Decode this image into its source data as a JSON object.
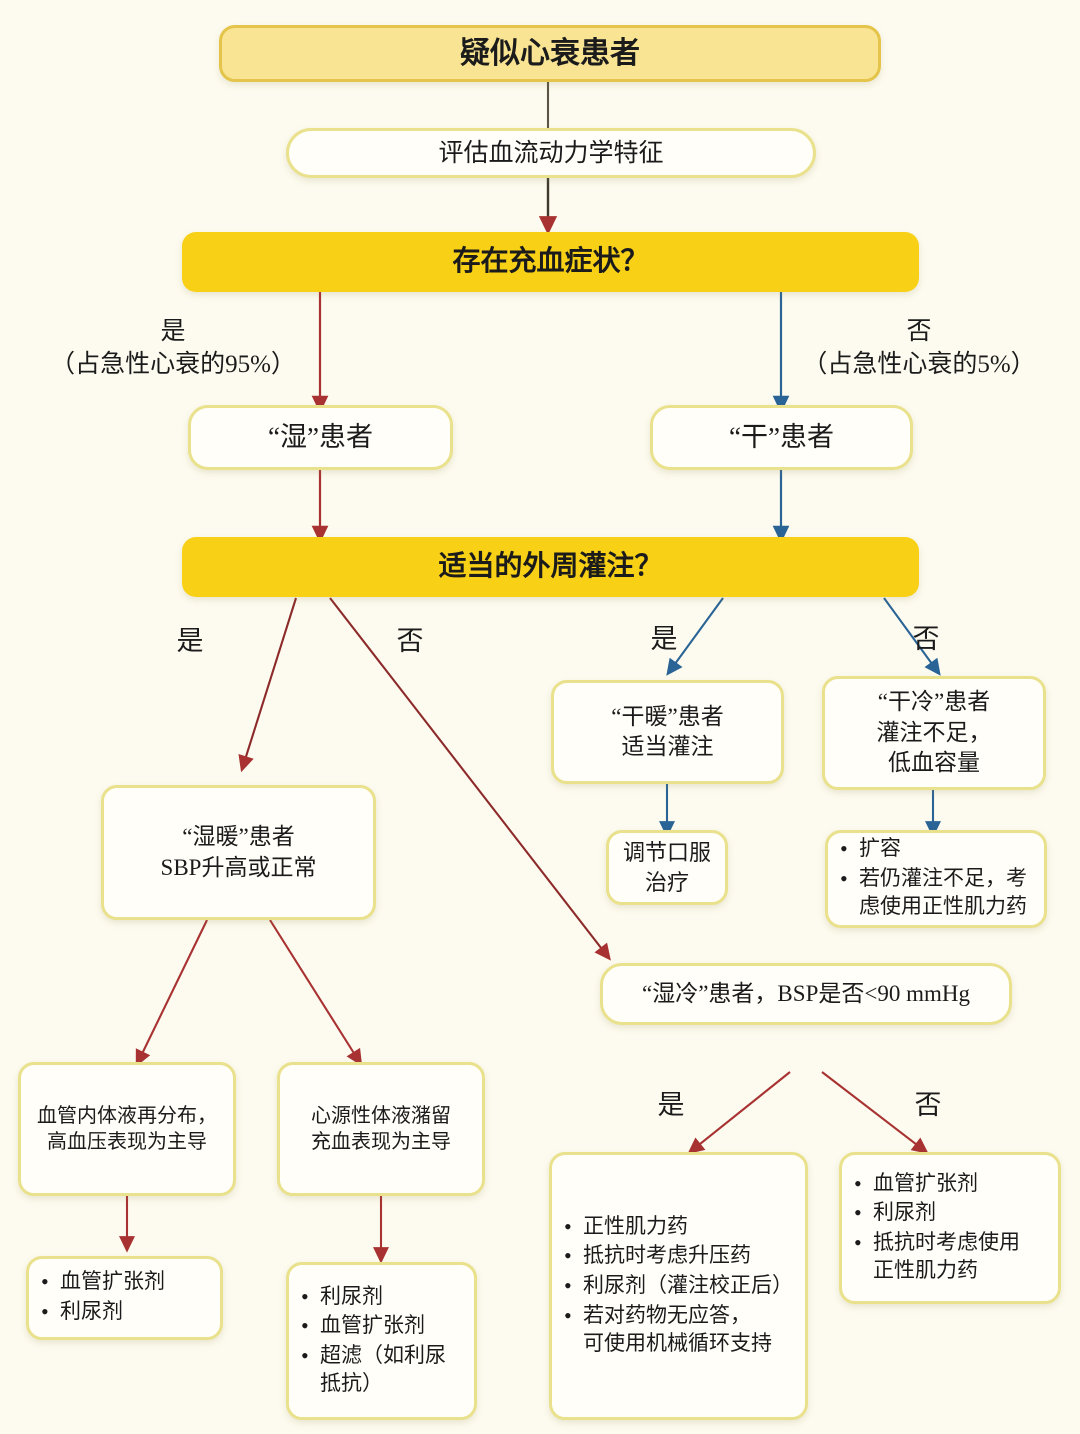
{
  "figure": {
    "type": "clinical-decision-flowchart",
    "background_color": "#fdfbef",
    "colors": {
      "header_fill": "#f8e493",
      "header_border": "#e4c44a",
      "decision_fill": "#f8d117",
      "plain_fill": "#fffef9",
      "plain_border": "#e9e18c",
      "yes_branch_arrow": "#a83232",
      "no_branch_arrow": "#2a6496",
      "text": "#1b1b1b"
    }
  },
  "nodes": {
    "start": {
      "text": "疑似心衰患者"
    },
    "assess": {
      "text": "评估血流动力学特征"
    },
    "q_congestion": {
      "text": "存在充血症状？"
    },
    "wet": {
      "text": "“湿”患者"
    },
    "dry": {
      "text": "“干”患者"
    },
    "q_perfusion": {
      "text": "适当的外周灌注？"
    },
    "warm_dry": {
      "text": "“干暖”患者\n适当灌注"
    },
    "cold_dry": {
      "text": "“干冷”患者\n灌注不足，\n低血容量"
    },
    "oral_therapy": {
      "text": "调节口服\n治疗"
    },
    "volume_expansion": {
      "items": [
        "扩容",
        "若仍灌注不足，考\n虑使用正性肌力药"
      ]
    },
    "wet_warm": {
      "text": "“湿暖”患者\nSBP升高或正常"
    },
    "wet_cold": {
      "text": "“湿冷”患者，BSP是否<90  mmHg"
    },
    "redistribution": {
      "text": "血管内体液再分布，\n高血压表现为主导"
    },
    "cardiac_retention": {
      "text": "心源性体液潴留\n充血表现为主导"
    },
    "tx_redistribution": {
      "items": [
        "血管扩张剂",
        "利尿剂"
      ]
    },
    "tx_retention": {
      "items": [
        "利尿剂",
        "血管扩张剂",
        "超滤（如利尿\n抵抗）"
      ]
    },
    "tx_wetcold_low": {
      "items": [
        "正性肌力药",
        "抵抗时考虑升压药",
        "利尿剂（灌注校正后）",
        "若对药物无应答，\n可使用机械循环支持"
      ]
    },
    "tx_wetcold_normal": {
      "items": [
        "血管扩张剂",
        "利尿剂",
        "抵抗时考虑使用\n正性肌力药"
      ]
    }
  },
  "edge_labels": {
    "congestion_yes": "是\n（占急性心衰的95%）",
    "congestion_no": "否\n（占急性心衰的5%）",
    "perfusion_wet_yes": "是",
    "perfusion_wet_no": "否",
    "perfusion_dry_yes": "是",
    "perfusion_dry_no": "否",
    "bsp_yes": "是",
    "bsp_no": "否"
  }
}
